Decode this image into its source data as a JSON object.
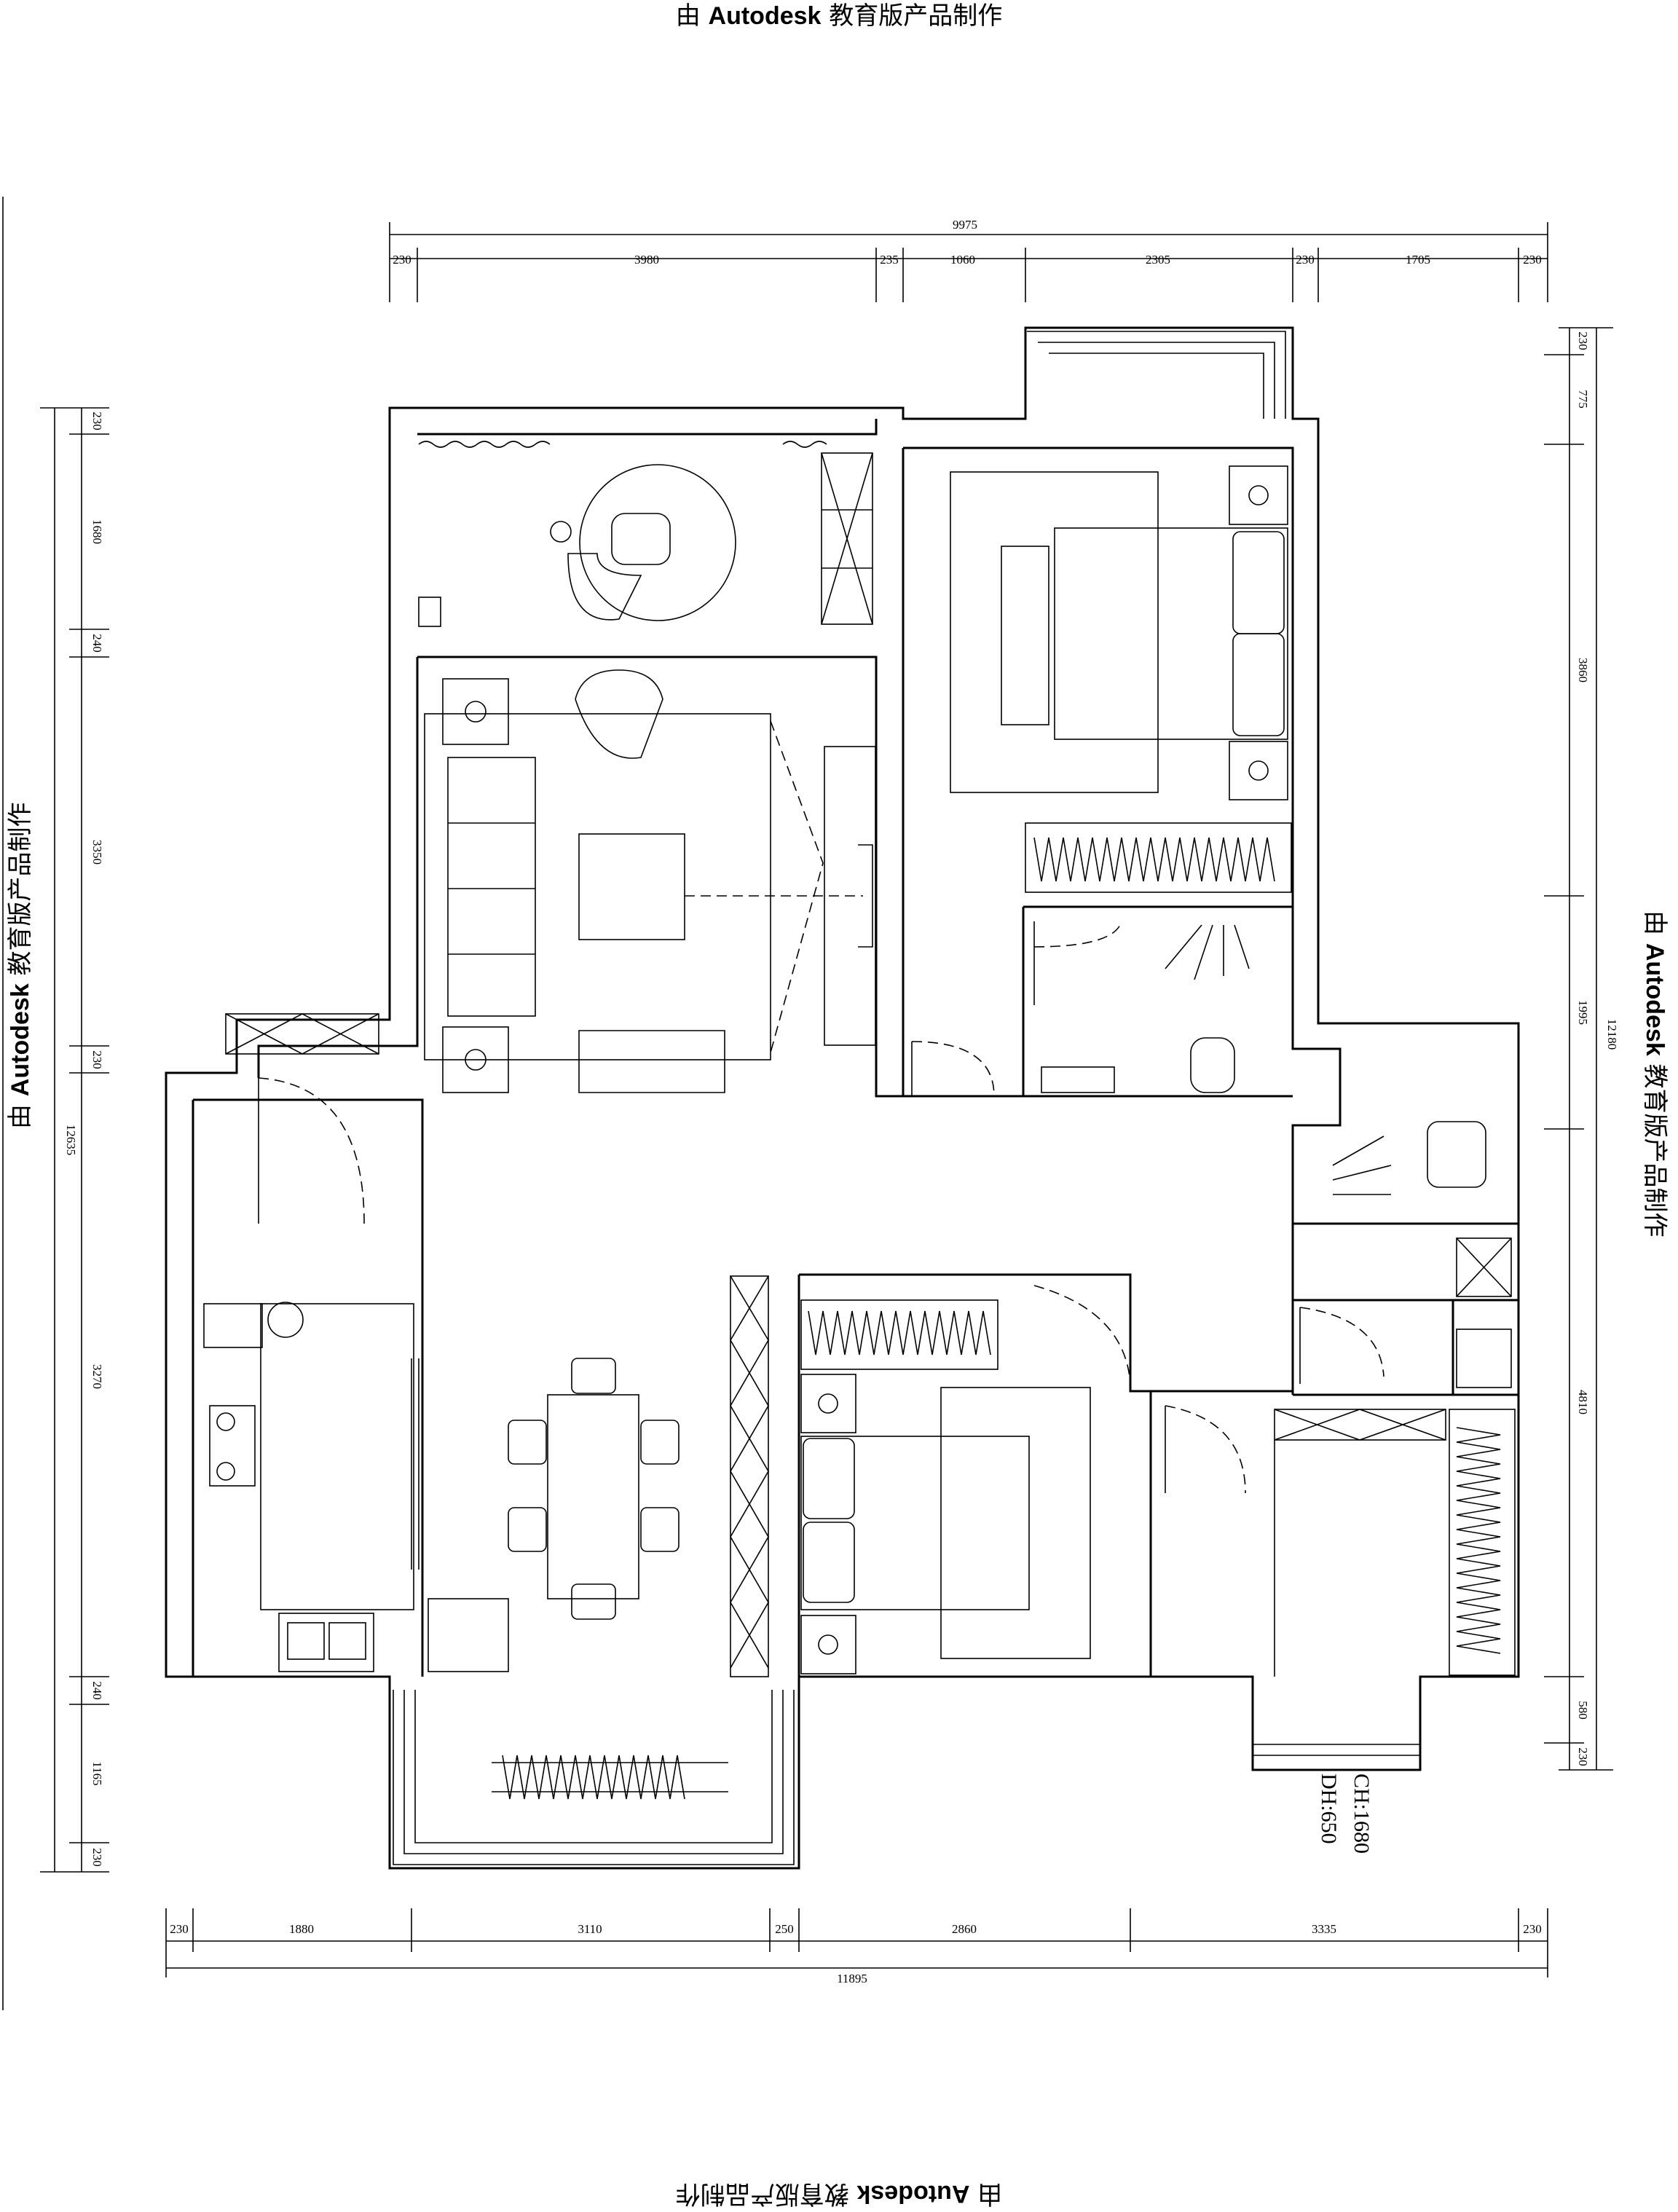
{
  "watermark": {
    "prefix": "由 ",
    "brand": "Autodesk",
    "suffix": " 教育版产品制作"
  },
  "dimensions": {
    "top_total": "9975",
    "top_segments": [
      "230",
      "3980",
      "235",
      "1060",
      "2305",
      "230",
      "1705",
      "230"
    ],
    "bottom_total": "11895",
    "bottom_segments": [
      "230",
      "1880",
      "3110",
      "250",
      "2860",
      "3335",
      "230"
    ],
    "left_total": "12635",
    "left_segments": [
      "230",
      "1680",
      "240",
      "3350",
      "230",
      "3270",
      "240",
      "1165",
      "230"
    ],
    "right_total": "12180",
    "right_segments": [
      "230",
      "775",
      "3860",
      "1995",
      "4810",
      "580",
      "230"
    ]
  },
  "notes": {
    "ch": "CH:1680",
    "dh": "DH:650"
  }
}
